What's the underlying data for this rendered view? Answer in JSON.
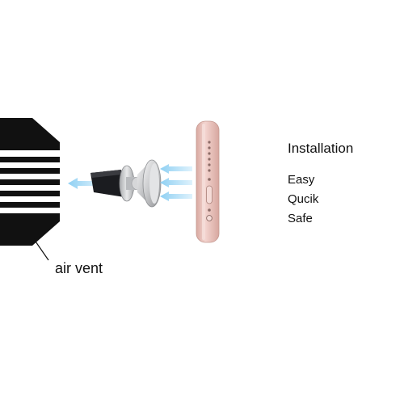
{
  "labels": {
    "air_vent": "air vent",
    "title": "Installation",
    "steps": [
      "Easy",
      "Qucik",
      "Safe"
    ]
  },
  "colors": {
    "vent": "#111111",
    "mount_silver": "#c8c9cb",
    "mount_black": "#1b1c20",
    "arrow_blue": "#9fd7f5",
    "phone_rose_gold": "#e9c3bd",
    "text": "#111111"
  },
  "icons": {
    "vent": "air-vent-icon",
    "mount": "magnetic-mount-icon",
    "phone": "phone-side-icon",
    "arrows": "attach-arrow-icon"
  }
}
